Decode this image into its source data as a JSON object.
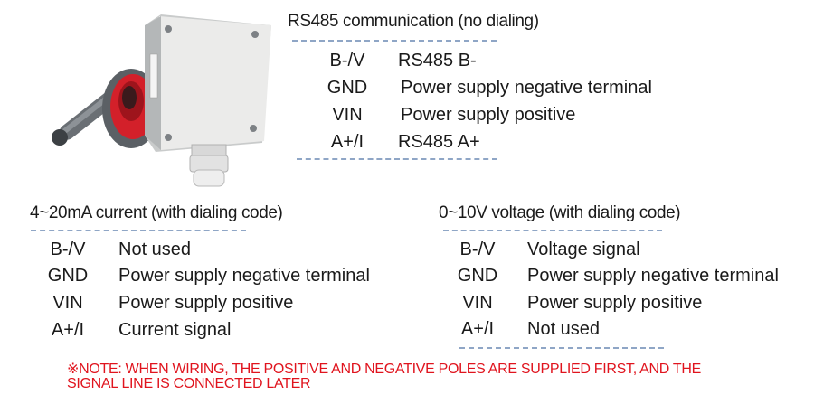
{
  "sections": {
    "rs485": {
      "title": "RS485 communication (no dialing)",
      "rows": [
        {
          "pin": "B-/V",
          "desc": "RS485 B-"
        },
        {
          "pin": "GND",
          "desc": "Power supply negative terminal"
        },
        {
          "pin": "VIN",
          "desc": "Power supply positive"
        },
        {
          "pin": "A+/I",
          "desc": "RS485 A+"
        }
      ]
    },
    "current": {
      "title": "4~20mA current (with dialing code)",
      "rows": [
        {
          "pin": "B-/V",
          "desc": "Not used"
        },
        {
          "pin": "GND",
          "desc": "Power supply negative terminal"
        },
        {
          "pin": "VIN",
          "desc": "Power supply positive"
        },
        {
          "pin": "A+/I",
          "desc": "Current signal"
        }
      ]
    },
    "voltage": {
      "title": "0~10V voltage (with dialing code)",
      "rows": [
        {
          "pin": "B-/V",
          "desc": "Voltage signal"
        },
        {
          "pin": "GND",
          "desc": "Power supply negative terminal"
        },
        {
          "pin": "VIN",
          "desc": "Power supply positive"
        },
        {
          "pin": "A+/I",
          "desc": "Not used"
        }
      ]
    }
  },
  "note": {
    "line1": "※NOTE: WHEN WIRING, THE POSITIVE AND NEGATIVE POLES ARE SUPPLIED FIRST, AND THE",
    "line2": "SIGNAL LINE IS CONNECTED LATER"
  },
  "colors": {
    "dash": "#8fa6c6",
    "note": "#e0141e",
    "probe_red": "#d3202a"
  }
}
